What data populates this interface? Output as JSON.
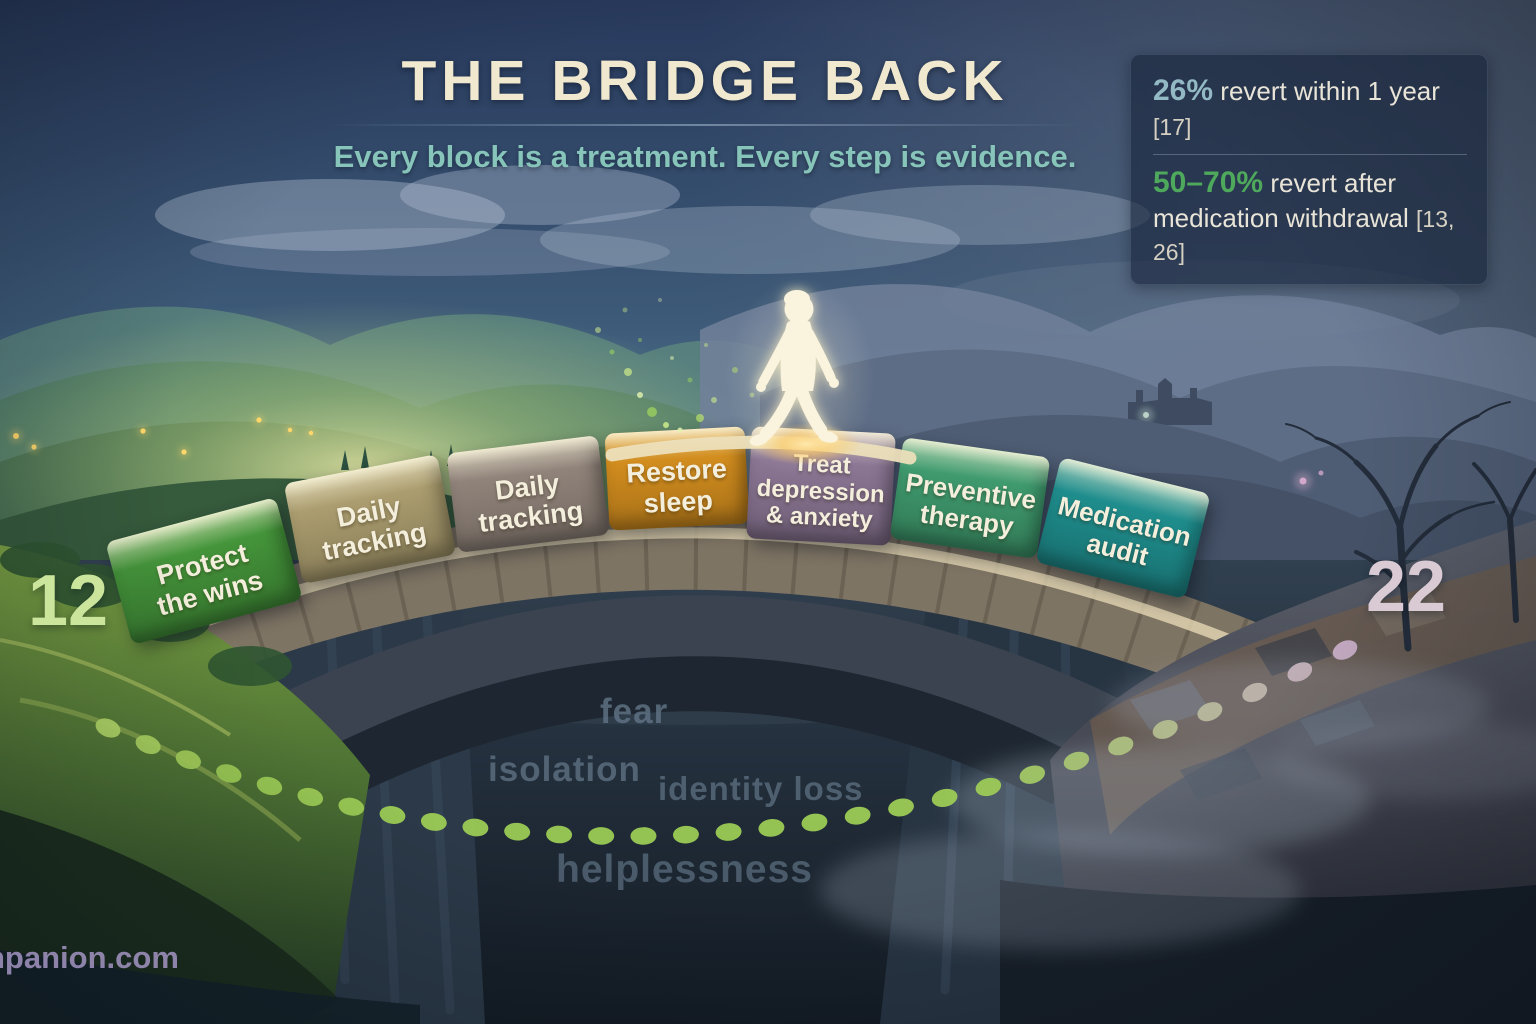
{
  "header": {
    "title": "THE BRIDGE BACK",
    "subtitle": "Every block is a treatment. Every step is evidence."
  },
  "stats_box": {
    "stat1": {
      "value": "26%",
      "value_color": "#93b9c4",
      "text": "revert within 1 year",
      "ref": "[17]"
    },
    "stat2": {
      "value": "50–70%",
      "value_color": "#4fa95c",
      "text": "revert after medication withdrawal",
      "ref": "[13, 26]"
    }
  },
  "bridge_blocks": [
    {
      "label": "Protect the wins",
      "color": "#44943a"
    },
    {
      "label": "Daily tracking",
      "color": "#ab9d6f"
    },
    {
      "label": "Daily tracking",
      "color": "#90837a"
    },
    {
      "label": "Restore sleep",
      "color": "#d28d1e"
    },
    {
      "label": "Treat depression & anxiety",
      "color": "#8b7694"
    },
    {
      "label": "Preventive therapy",
      "color": "#3f9a6e"
    },
    {
      "label": "Medication audit",
      "color": "#1f8d8d"
    }
  ],
  "milestones": {
    "start": "12",
    "end": "22"
  },
  "chasm_words": {
    "w1": "fear",
    "w2": "isolation",
    "w3": "identity loss",
    "w4": "helplessness"
  },
  "watermark": "npanion.com",
  "path_colors": {
    "dot_green": "#9ccb55",
    "dot_fade": "#c9afc8"
  }
}
